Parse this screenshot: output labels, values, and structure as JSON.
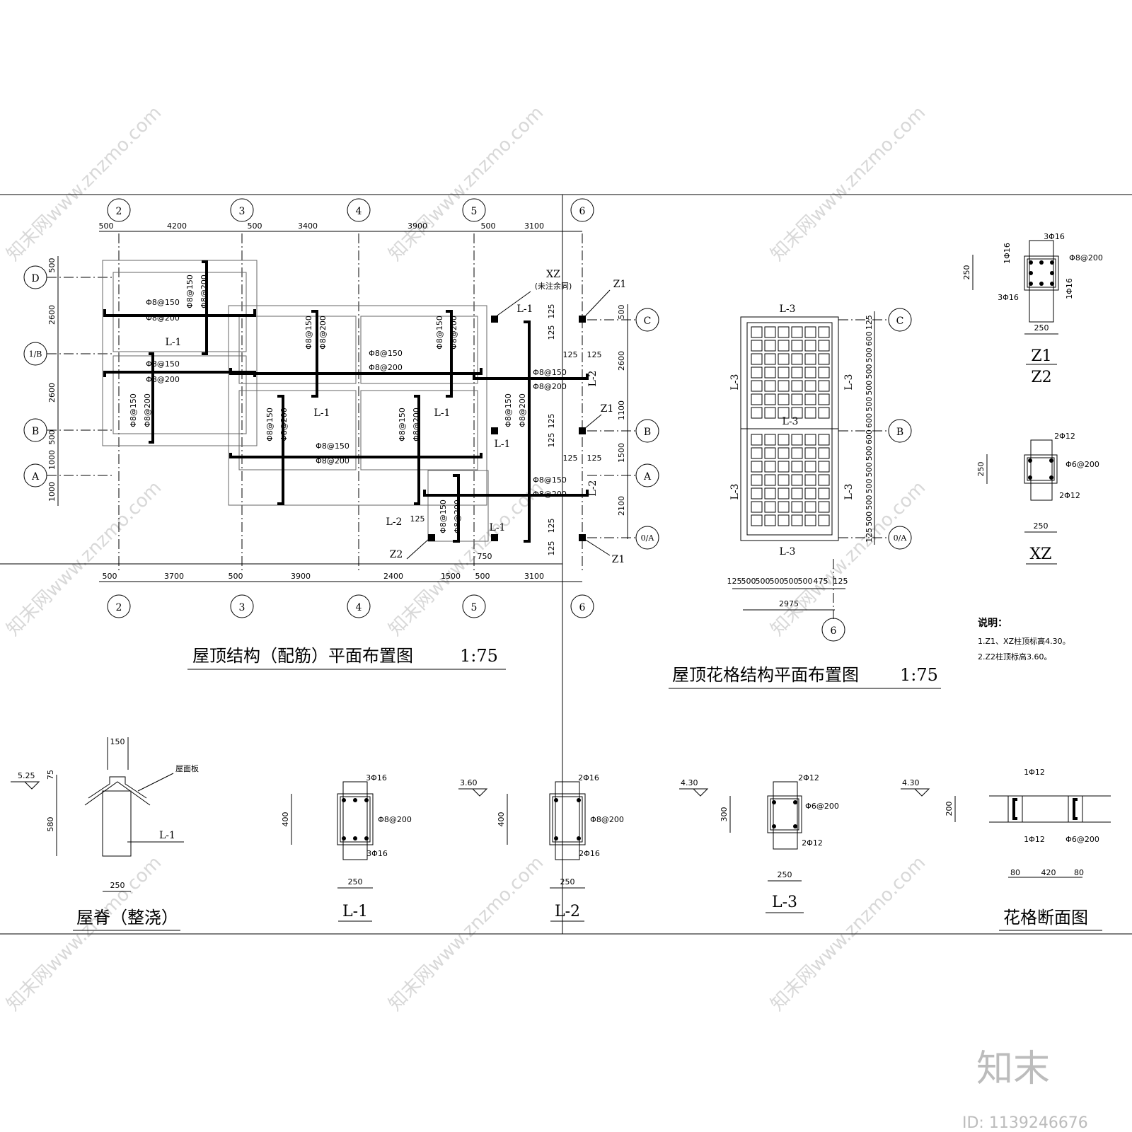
{
  "watermark": "知末网www.znzmo.com",
  "logo": "知末",
  "image_id": "ID: 1139246676",
  "plan1": {
    "title": "屋顶结构（配筋）平面布置图",
    "scale": "1:75",
    "top_axes": [
      "2",
      "3",
      "4",
      "5",
      "6"
    ],
    "bottom_axes": [
      "2",
      "3",
      "4",
      "5",
      "6"
    ],
    "top_dims": [
      "500",
      "4200",
      "500",
      "3400",
      "3900",
      "500",
      "3100"
    ],
    "bottom_dims": [
      "500",
      "3700",
      "500",
      "3900",
      "2400",
      "1500",
      "500",
      "3100"
    ],
    "left_axes": [
      "D",
      "1/B",
      "B",
      "A"
    ],
    "left_dims": [
      "500",
      "2600",
      "2600",
      "500",
      "1000",
      "1000"
    ],
    "right_axes": [
      "C",
      "B",
      "A",
      "0/A"
    ],
    "right_dims": [
      "500",
      "2600",
      "1100",
      "1500",
      "2100"
    ],
    "small_dims": [
      "125",
      "125",
      "125",
      "125",
      "125",
      "125",
      "125",
      "125",
      "125",
      "125",
      "750"
    ],
    "beams": [
      "L-1",
      "L-1",
      "L-1",
      "L-1",
      "L-1",
      "L-1",
      "L-2",
      "L-2",
      "L-2"
    ],
    "columns": [
      "XZ",
      "(未注余同)",
      "Z1",
      "Z1",
      "Z1",
      "Z2"
    ],
    "rebar_a": "Φ8@150",
    "rebar_b": "Φ8@200"
  },
  "plan2": {
    "title": "屋顶花格结构平面布置图",
    "scale": "1:75",
    "beam_top": "L-3",
    "beam_bottom": "L-3",
    "beam_mid": "L-3",
    "beam_side": "L-3",
    "axes": [
      "C",
      "B",
      "0/A",
      "6"
    ],
    "bottom_dims": [
      "125",
      "500",
      "500",
      "500",
      "500",
      "500",
      "475",
      "125"
    ],
    "total": "2975",
    "right_dims": [
      "125",
      "600",
      "500",
      "500",
      "500",
      "500",
      "600",
      "600",
      "500",
      "500",
      "500",
      "500",
      "500",
      "125"
    ]
  },
  "z1": {
    "label": "Z1",
    "label2": "Z2",
    "top_bars": "3Φ16",
    "side_bar1": "1Φ16",
    "side_bar2": "1Φ16",
    "stirrup": "Φ8@200",
    "bottom_bars": "3Φ16",
    "height": "250",
    "width": "250"
  },
  "xz": {
    "label": "XZ",
    "top_bars": "2Φ12",
    "stirrup": "Φ6@200",
    "bottom_bars": "2Φ12",
    "height": "250",
    "width": "250"
  },
  "notes": {
    "heading": "说明：",
    "line1": "1.Z1、XZ柱顶标高4.30。",
    "line2": "2.Z2柱顶标高3.60。"
  },
  "ridge": {
    "title": "屋脊（整浇）",
    "elev": "5.25",
    "d_top": "150",
    "d_75": "75",
    "d_580": "580",
    "d_250": "250",
    "panel": "屋面板",
    "beam": "L-1"
  },
  "sec_l1": {
    "title": "L-1",
    "top": "3Φ16",
    "stirrup": "Φ8@200",
    "bottom": "3Φ16",
    "h": "400",
    "w": "250"
  },
  "sec_l2": {
    "title": "L-2",
    "elev": "3.60",
    "top": "2Φ16",
    "stirrup": "Φ8@200",
    "bottom": "2Φ16",
    "h": "400",
    "w": "250"
  },
  "sec_l3": {
    "title": "L-3",
    "elev": "4.30",
    "top": "2Φ12",
    "stirrup": "Φ6@200",
    "bottom": "2Φ12",
    "h": "300",
    "w": "250"
  },
  "sec_hg": {
    "title": "花格断面图",
    "elev": "4.30",
    "top": "1Φ12",
    "bottom": "1Φ12",
    "stirrup": "Φ6@200",
    "h": "200",
    "d1": "80",
    "d2": "420",
    "d3": "80"
  }
}
